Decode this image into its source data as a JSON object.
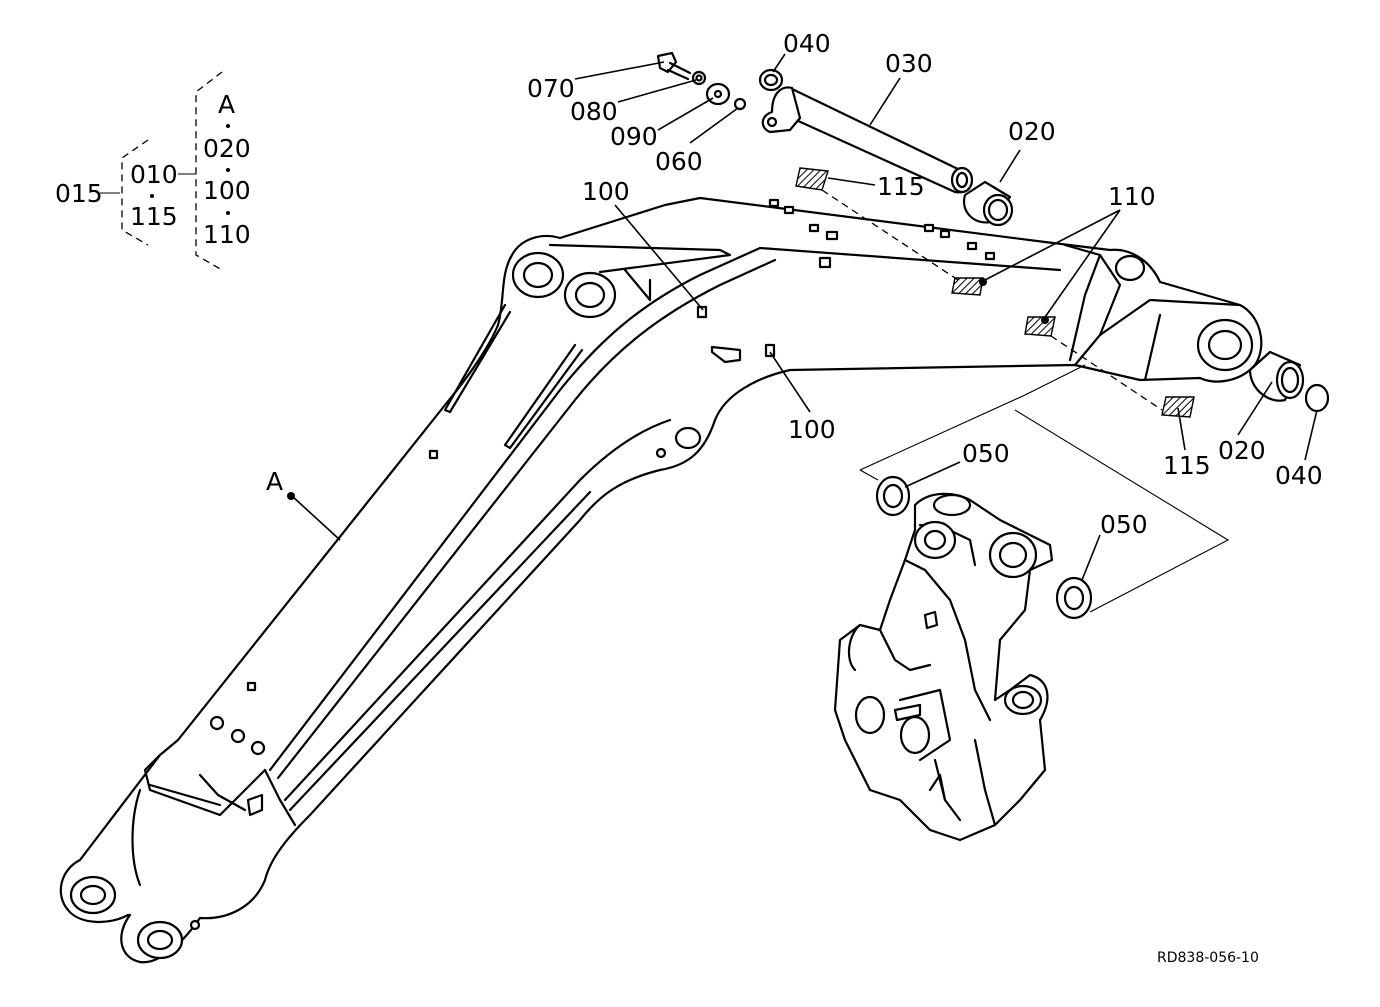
{
  "assembly_tree": {
    "root": "015",
    "group_1": [
      "010",
      "115"
    ],
    "group_2": [
      "A",
      "020",
      "100",
      "110"
    ]
  },
  "callouts": {
    "c070": "070",
    "c080": "080",
    "c090": "090",
    "c060": "060",
    "c040_top": "040",
    "c030": "030",
    "c020_top": "020",
    "c115_top": "115",
    "c110": "110",
    "c100_top": "100",
    "c100_mid": "100",
    "cA": "A",
    "c115_right": "115",
    "c020_right": "020",
    "c040_right": "040",
    "c050_left": "050",
    "c050_right": "050"
  },
  "drawing_code": "RD838-056-10"
}
